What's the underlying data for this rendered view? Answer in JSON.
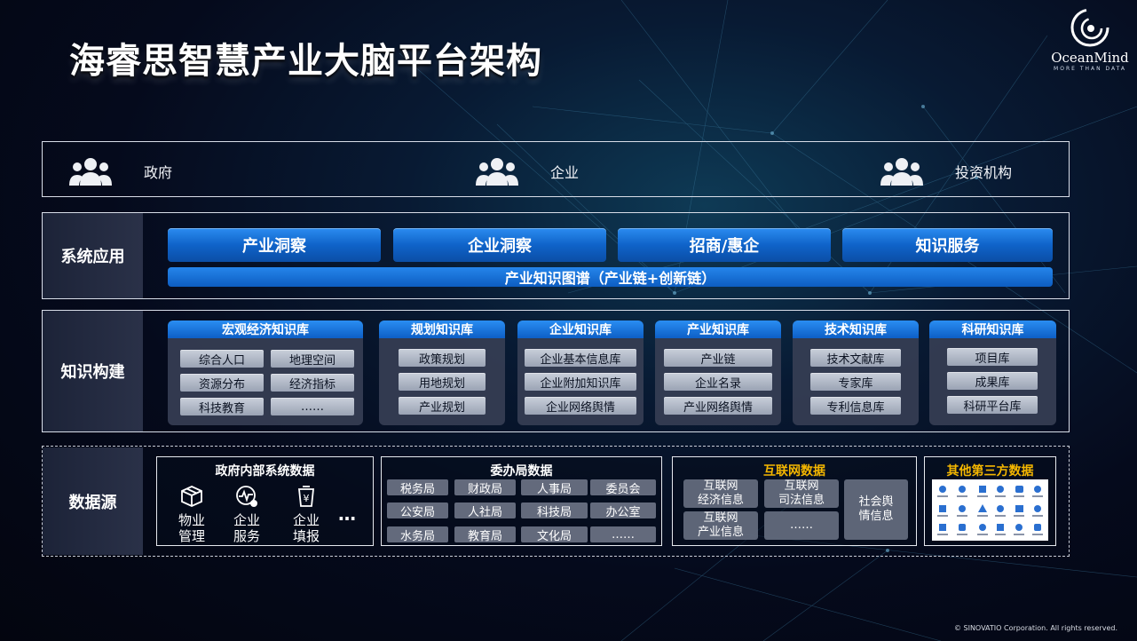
{
  "title": "海睿思智慧产业大脑平台架构",
  "logo": {
    "name": "OceanMind",
    "tagline": "MORE THAN DATA"
  },
  "users": [
    "政府",
    "企业",
    "投资机构"
  ],
  "system_app": {
    "label": "系统应用",
    "buttons": [
      "产业洞察",
      "企业洞察",
      "招商/惠企",
      "知识服务"
    ],
    "bar": "产业知识图谱（产业链+创新链）"
  },
  "knowledge": {
    "label": "知识构建",
    "bases": [
      {
        "title": "宏观经济知识库",
        "items": [
          "综合人口",
          "地理空间",
          "资源分布",
          "经济指标",
          "科技教育",
          "……"
        ]
      },
      {
        "title": "规划知识库",
        "items": [
          "政策规划",
          "用地规划",
          "产业规划"
        ]
      },
      {
        "title": "企业知识库",
        "items": [
          "企业基本信息库",
          "企业附加知识库",
          "企业网络舆情"
        ]
      },
      {
        "title": "产业知识库",
        "items": [
          "产业链",
          "企业名录",
          "产业网络舆情"
        ]
      },
      {
        "title": "技术知识库",
        "items": [
          "技术文献库",
          "专家库",
          "专利信息库"
        ]
      },
      {
        "title": "科研知识库",
        "items": [
          "项目库",
          "成果库",
          "科研平台库"
        ]
      }
    ]
  },
  "datasource": {
    "label": "数据源",
    "gov": {
      "title": "政府内部系统数据",
      "items": [
        [
          "物业",
          "管理"
        ],
        [
          "企业",
          "服务"
        ],
        [
          "企业",
          "填报"
        ]
      ],
      "more": "…"
    },
    "bureau": {
      "title": "委办局数据",
      "items": [
        "税务局",
        "财政局",
        "人事局",
        "委员会",
        "公安局",
        "人社局",
        "科技局",
        "办公室",
        "水务局",
        "教育局",
        "文化局",
        "……"
      ]
    },
    "internet": {
      "title": "互联网数据",
      "items": [
        [
          "互联网",
          "经济信息"
        ],
        [
          "互联网",
          "司法信息"
        ],
        [
          "互联网",
          "产业信息"
        ],
        [
          "……"
        ],
        [
          "社会舆",
          "情信息"
        ]
      ]
    },
    "third": {
      "title": "其他第三方数据"
    }
  },
  "copyright": "© SINOVATIO Corporation. All rights reserved.",
  "colors": {
    "accent_blue": "#1574e0",
    "third_party_title": "#f4b600"
  }
}
